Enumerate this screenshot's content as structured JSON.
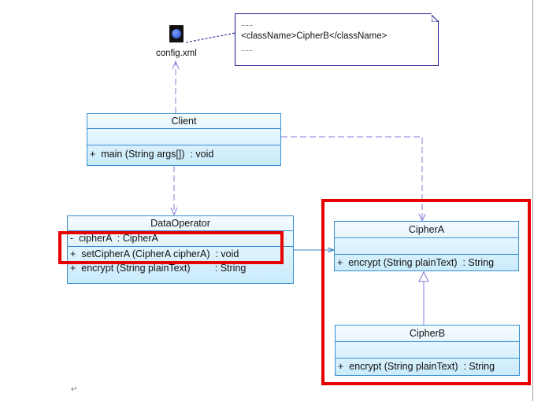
{
  "config_file": {
    "label": "config.xml",
    "icon": "xml-file-icon"
  },
  "note": {
    "lines": [
      "......",
      "<className>CipherB</className>",
      "......"
    ]
  },
  "classes": {
    "client": {
      "name": "Client",
      "attributes": [],
      "methods": [
        "+  main (String args[])  : void"
      ]
    },
    "data_operator": {
      "name": "DataOperator",
      "attributes": [
        "-  cipherA  : CipherA"
      ],
      "methods": [
        "+  setCipherA (CipherA cipherA)  : void",
        "+  encrypt (String plainText)         : String"
      ]
    },
    "cipher_a": {
      "name": "CipherA",
      "attributes": [],
      "methods": [
        "+  encrypt (String plainText)  : String"
      ]
    },
    "cipher_b": {
      "name": "CipherB",
      "attributes": [],
      "methods": [
        "+  encrypt (String plainText)  : String"
      ]
    }
  },
  "highlight_color": "#e60000",
  "paragraph_mark": "↵"
}
